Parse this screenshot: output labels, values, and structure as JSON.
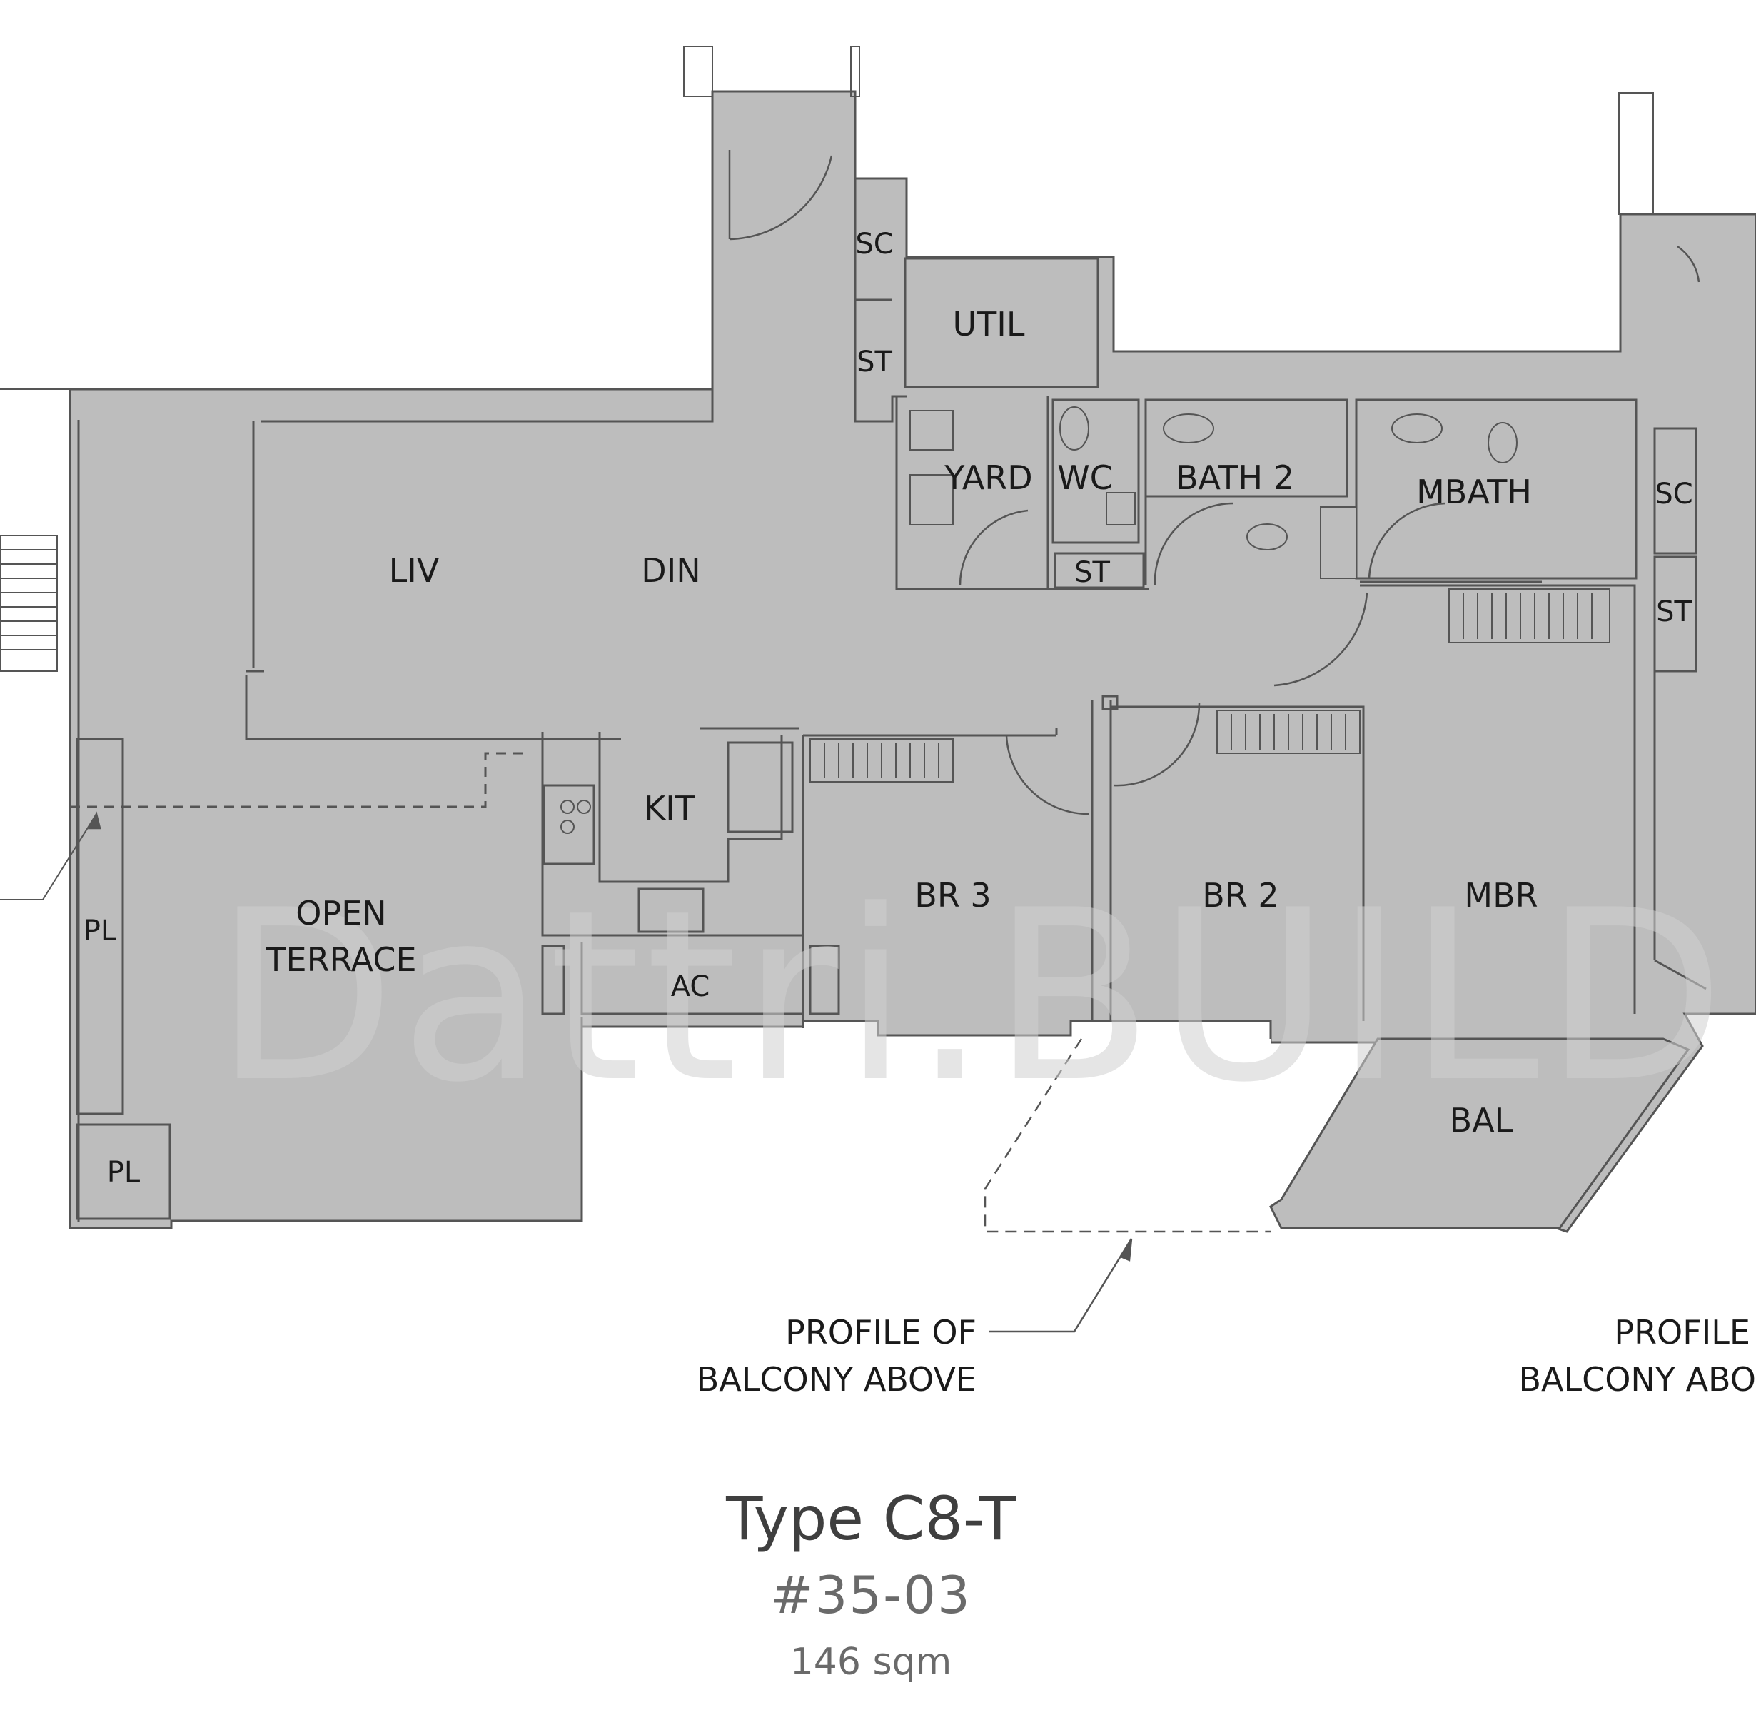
{
  "rooms": {
    "sc_top": "SC",
    "util": "UTIL",
    "st_top": "ST",
    "yard": "YARD",
    "wc": "WC",
    "bath2": "BATH 2",
    "mbath": "MBATH",
    "st_wc": "ST",
    "sc_right": "SC",
    "st_right": "ST",
    "liv": "LIV",
    "din": "DIN",
    "kit": "KIT",
    "open_terrace_1": "OPEN",
    "open_terrace_2": "TERRACE",
    "ac": "AC",
    "br3": "BR 3",
    "br2": "BR 2",
    "mbr": "MBR",
    "bal": "BAL",
    "pl_upper": "PL",
    "pl_lower": "PL"
  },
  "notes": {
    "profile_left_1": "PROFILE OF",
    "profile_left_2": "BALCONY ABOVE",
    "profile_right_1": "PROFILE",
    "profile_right_2": "BALCONY ABO"
  },
  "watermark": "Dattri.BUILD",
  "unit": {
    "type": "Type C8-T",
    "number": "#35-03",
    "area": "146 sqm"
  },
  "colors": {
    "floor_fill": "#bdbdbd",
    "wall": "#555555",
    "background": "#ffffff"
  }
}
